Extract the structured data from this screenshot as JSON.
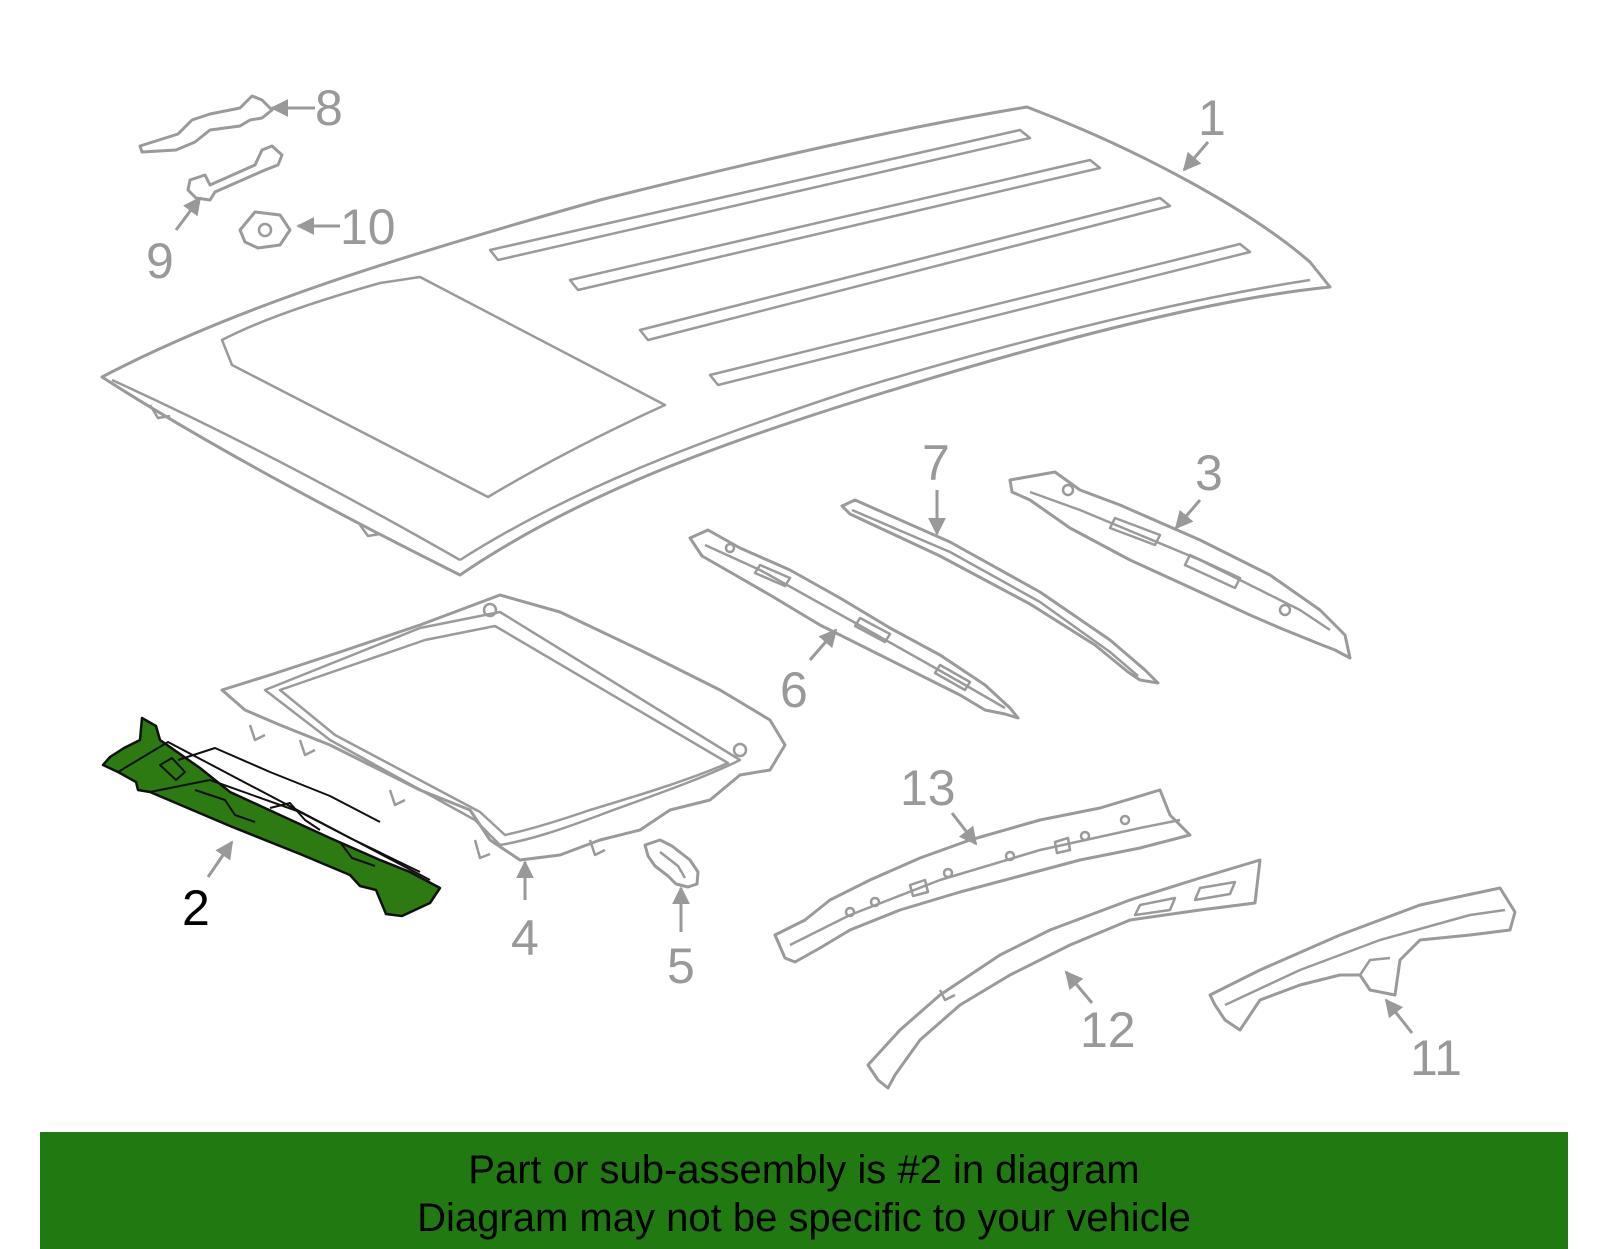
{
  "diagram": {
    "highlight_color": "#217a11",
    "line_color": "#999999",
    "highlighted_part": "2",
    "callouts": [
      "1",
      "2",
      "3",
      "4",
      "5",
      "6",
      "7",
      "8",
      "9",
      "10",
      "11",
      "12",
      "13"
    ]
  },
  "banner": {
    "background": "#217a11",
    "line1": "Part or sub-assembly is #2 in diagram",
    "line2": "Diagram may not be specific to your vehicle"
  }
}
